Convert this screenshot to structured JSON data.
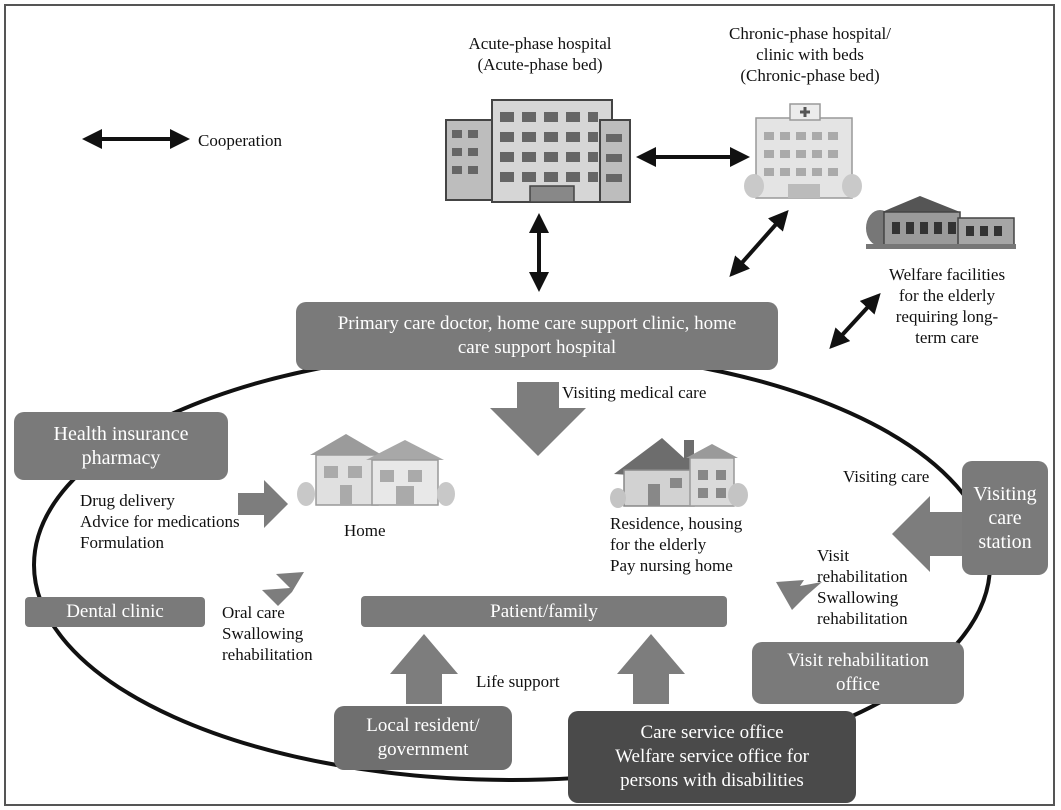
{
  "legend": {
    "label": "Cooperation"
  },
  "facilities": {
    "acute": {
      "line1": "Acute-phase hospital",
      "line2": "(Acute-phase bed)"
    },
    "chronic": {
      "line1": "Chronic-phase hospital/",
      "line2": "clinic with beds",
      "line3": "(Chronic-phase bed)"
    },
    "welfare": {
      "line1": "Welfare facilities",
      "line2": "for the elderly",
      "line3": "requiring long-",
      "line4": "term care"
    }
  },
  "boxes": {
    "primary_care": {
      "line1": "Primary care doctor, home care support clinic, home",
      "line2": "care support hospital"
    },
    "pharmacy": {
      "line1": "Health insurance",
      "line2": "pharmacy"
    },
    "dental": "Dental clinic",
    "patient": "Patient/family",
    "visiting_station": {
      "line1": "Visiting",
      "line2": "care",
      "line3": "station"
    },
    "visit_rehab": {
      "line1": "Visit rehabilitation",
      "line2": "office"
    },
    "local_resident": {
      "line1": "Local resident/",
      "line2": "government"
    },
    "care_service": {
      "line1": "Care service office",
      "line2": "Welfare service office for",
      "line3": "persons with disabilities"
    }
  },
  "labels": {
    "visiting_medical_care": "Visiting medical care",
    "drug": {
      "line1": "Drug delivery",
      "line2": "Advice for medications",
      "line3": "Formulation"
    },
    "home": "Home",
    "residence": {
      "line1": "Residence, housing",
      "line2": "for the elderly",
      "line3": "Pay nursing home"
    },
    "visiting_care": "Visiting care",
    "visit_rehab": {
      "line1": "Visit",
      "line2": "rehabilitation",
      "line3": "Swallowing",
      "line4": "rehabilitation"
    },
    "oral": {
      "line1": "Oral care",
      "line2": "Swallowing",
      "line3": "rehabilitation"
    },
    "life_support": "Life support"
  },
  "colors": {
    "box_gray": "#7a7a7a",
    "box_dark": "#4a4a4a",
    "arrow_gray": "#7d7d7d",
    "line": "#111111"
  }
}
